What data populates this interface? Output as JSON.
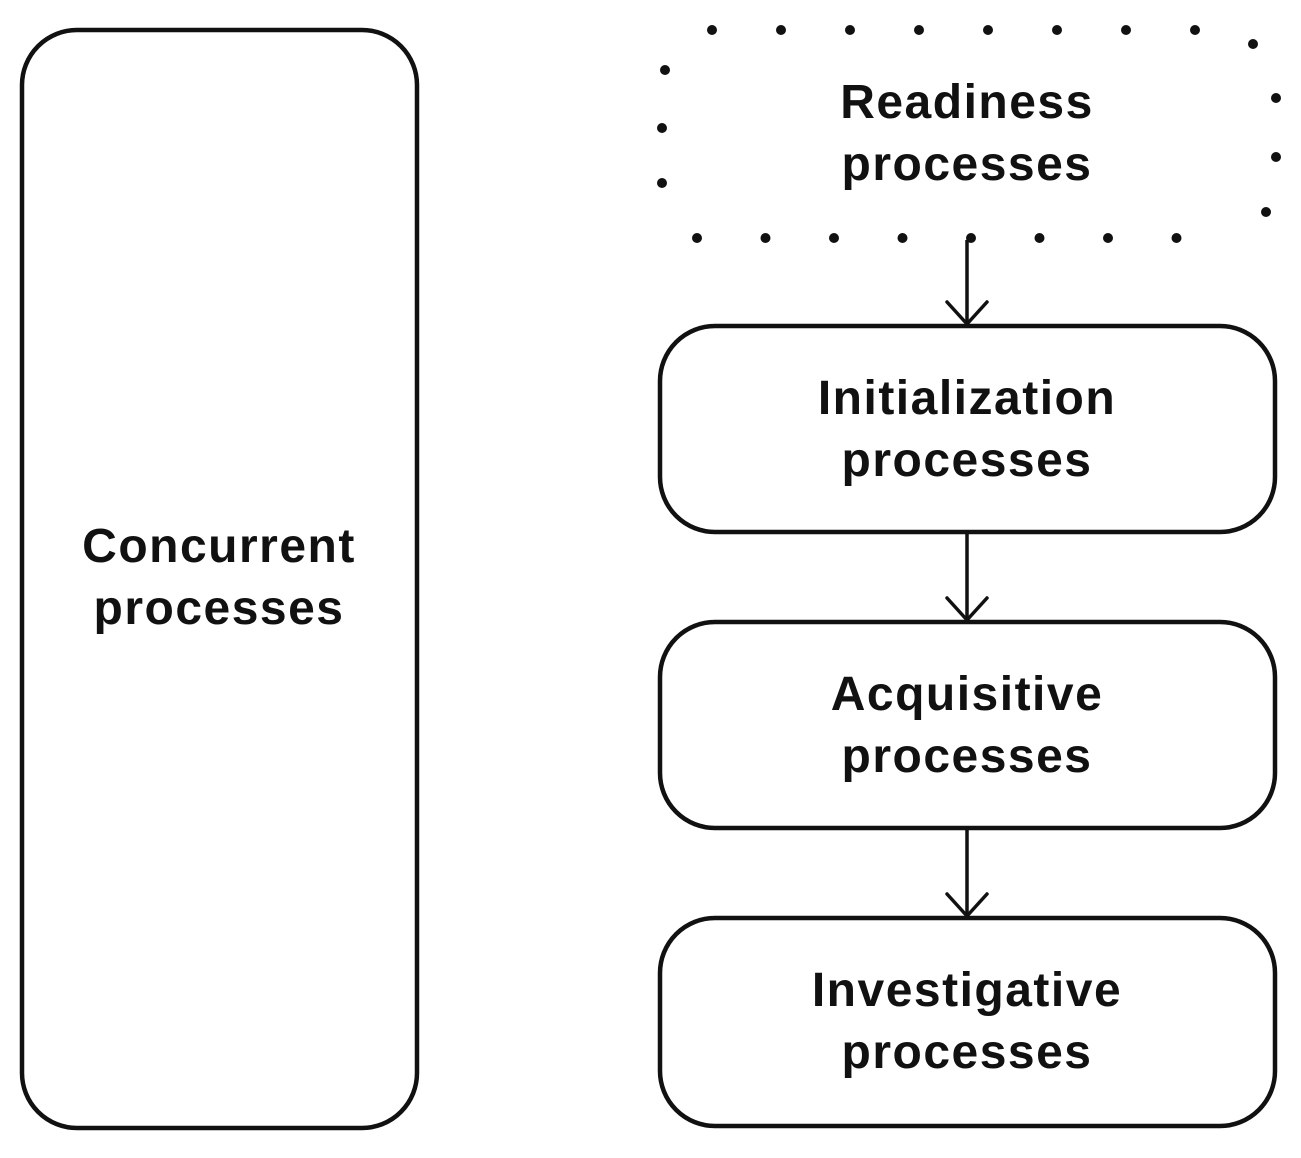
{
  "nodes": {
    "concurrent": {
      "line1": "Concurrent",
      "line2": "processes"
    },
    "readiness": {
      "line1": "Readiness",
      "line2": "processes"
    },
    "initialization": {
      "line1": "Initialization",
      "line2": "processes"
    },
    "acquisitive": {
      "line1": "Acquisitive",
      "line2": "processes"
    },
    "investigative": {
      "line1": "Investigative",
      "line2": "processes"
    }
  },
  "edges": [
    {
      "from": "readiness",
      "to": "initialization"
    },
    {
      "from": "initialization",
      "to": "acquisitive"
    },
    {
      "from": "acquisitive",
      "to": "investigative"
    }
  ],
  "colors": {
    "stroke": "#111111",
    "background": "#ffffff"
  }
}
